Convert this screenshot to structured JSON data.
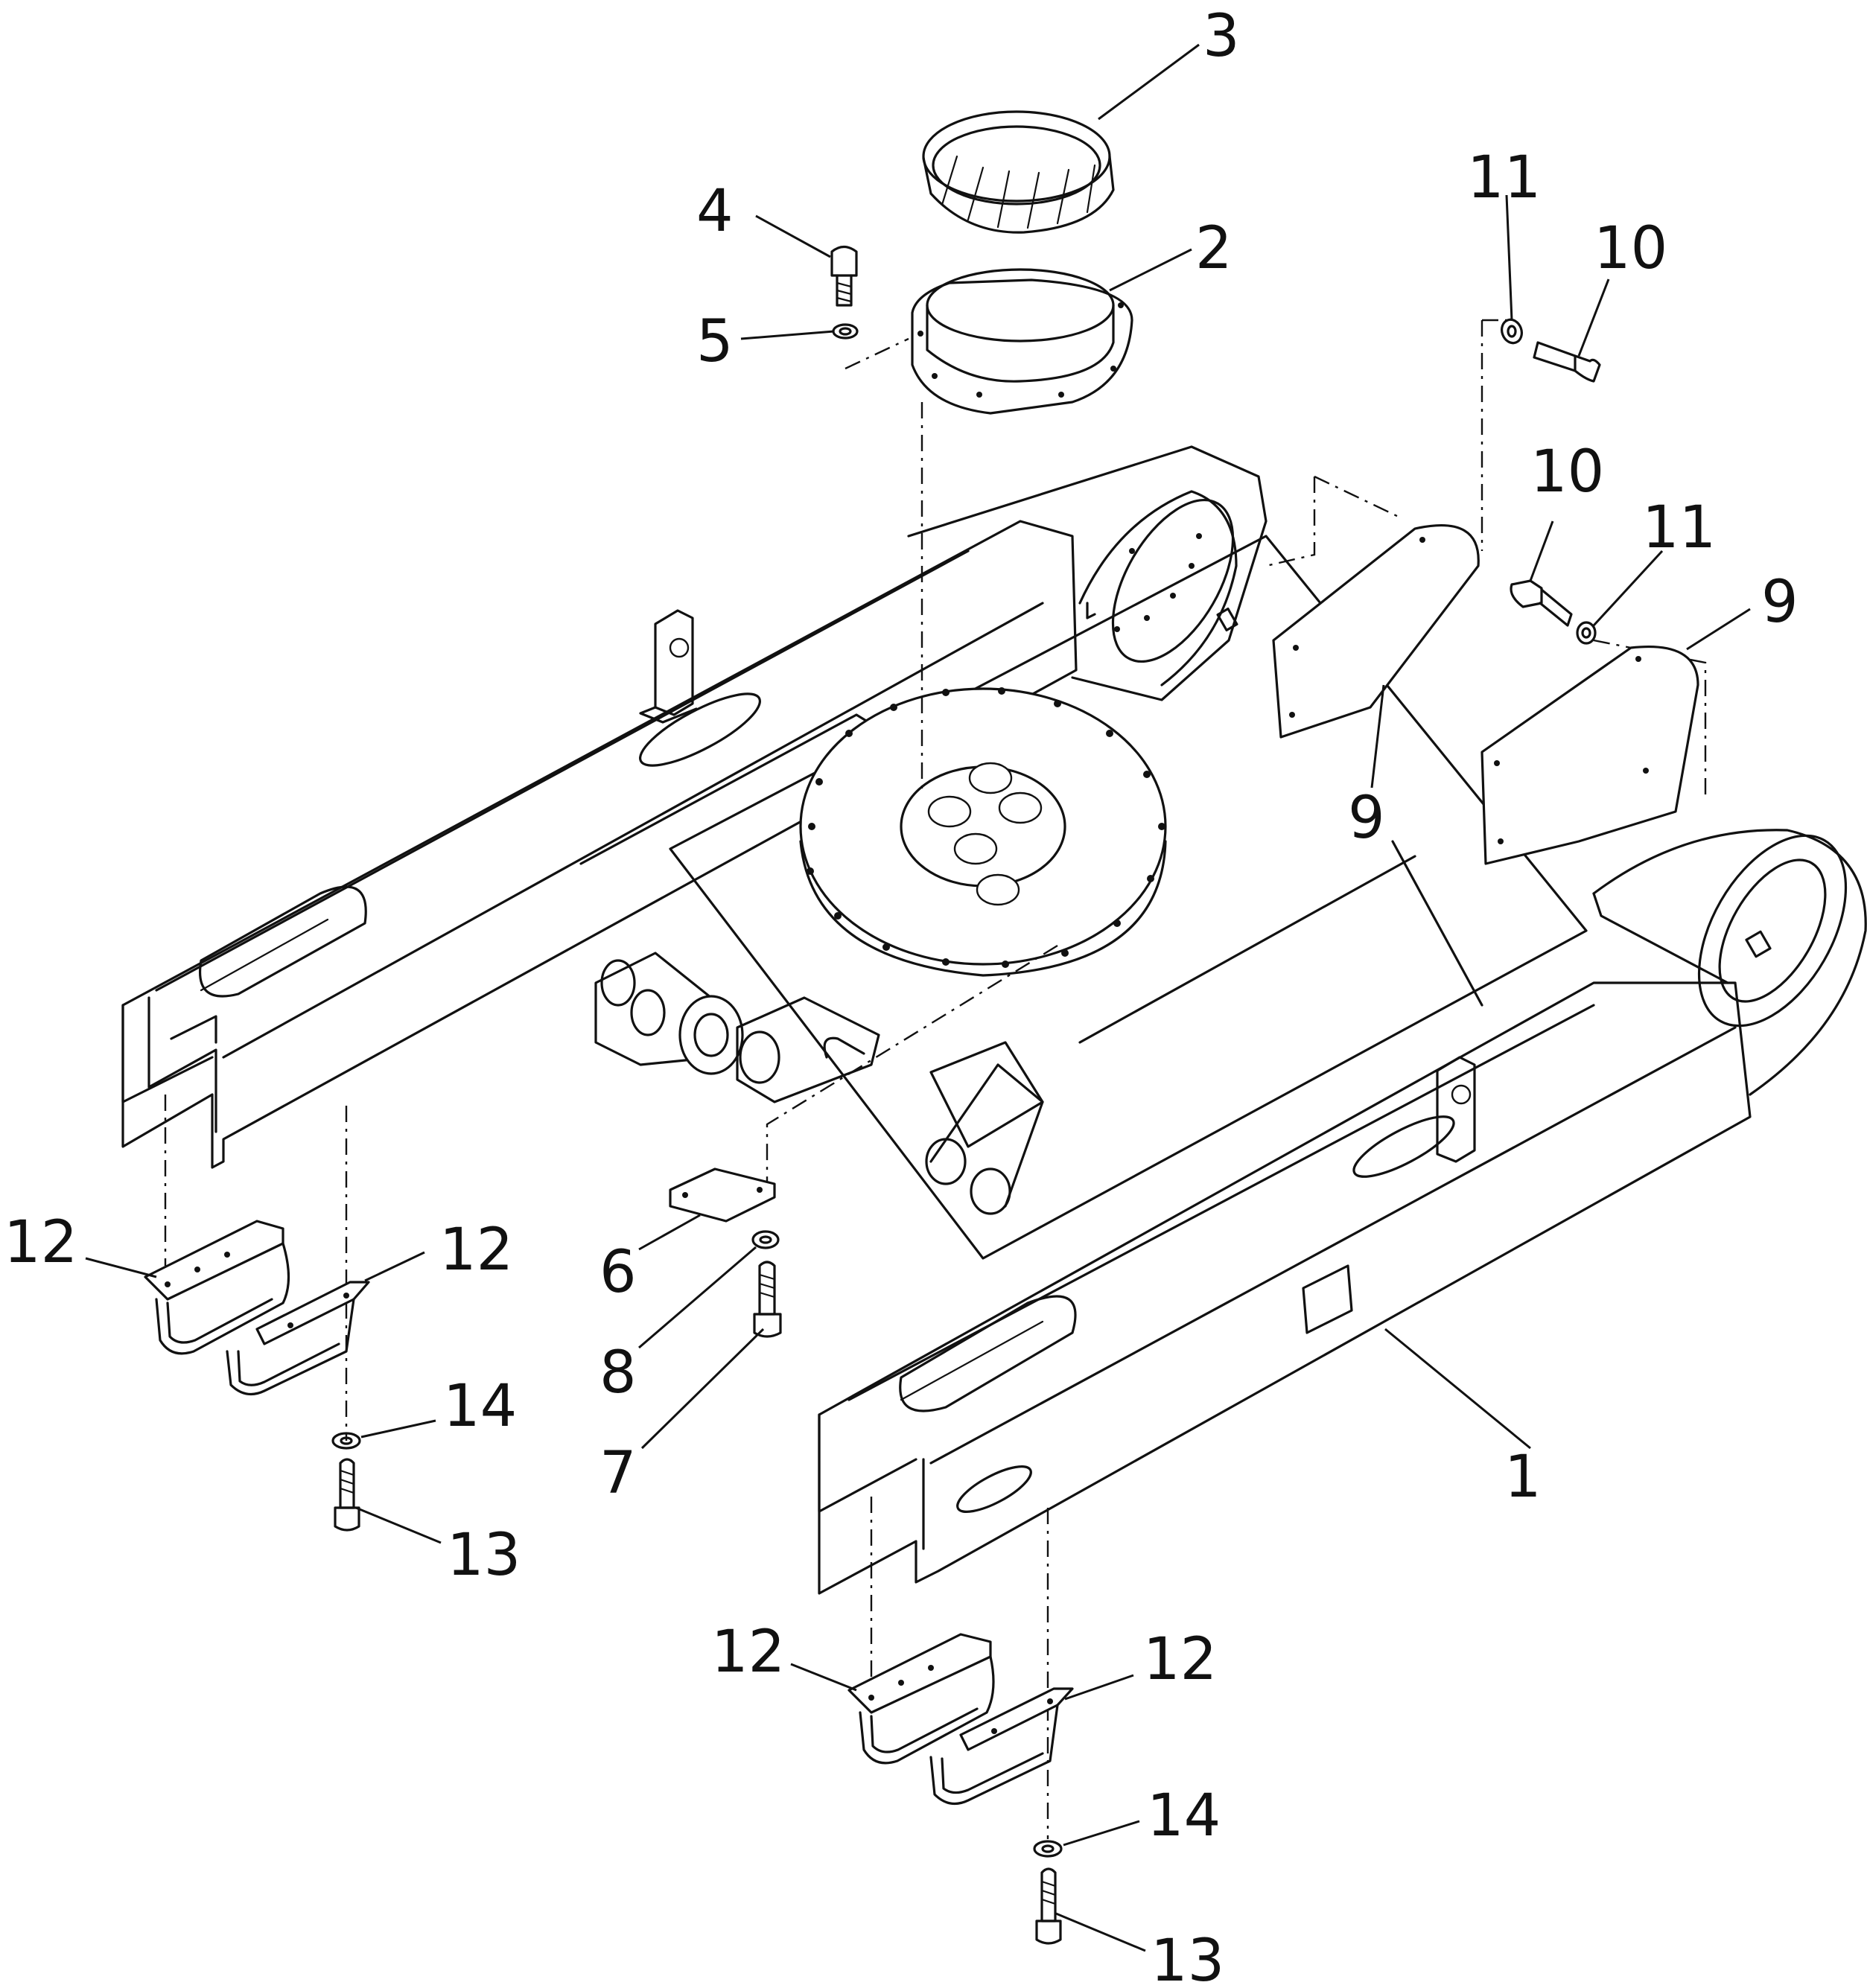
{
  "diagram": {
    "callouts": [
      {
        "id": "c3",
        "text": "3"
      },
      {
        "id": "c2",
        "text": "2"
      },
      {
        "id": "c4",
        "text": "4"
      },
      {
        "id": "c5",
        "text": "5"
      },
      {
        "id": "c11a",
        "text": "11"
      },
      {
        "id": "c10a",
        "text": "10"
      },
      {
        "id": "c10b",
        "text": "10"
      },
      {
        "id": "c11b",
        "text": "11"
      },
      {
        "id": "c9a",
        "text": "9"
      },
      {
        "id": "c9b",
        "text": "9"
      },
      {
        "id": "c12a",
        "text": "12"
      },
      {
        "id": "c12b",
        "text": "12"
      },
      {
        "id": "c6",
        "text": "6"
      },
      {
        "id": "c8",
        "text": "8"
      },
      {
        "id": "c7",
        "text": "7"
      },
      {
        "id": "c14a",
        "text": "14"
      },
      {
        "id": "c13a",
        "text": "13"
      },
      {
        "id": "c1",
        "text": "1"
      },
      {
        "id": "c12c",
        "text": "12"
      },
      {
        "id": "c12d",
        "text": "12"
      },
      {
        "id": "c14b",
        "text": "14"
      },
      {
        "id": "c13b",
        "text": "13"
      }
    ]
  }
}
